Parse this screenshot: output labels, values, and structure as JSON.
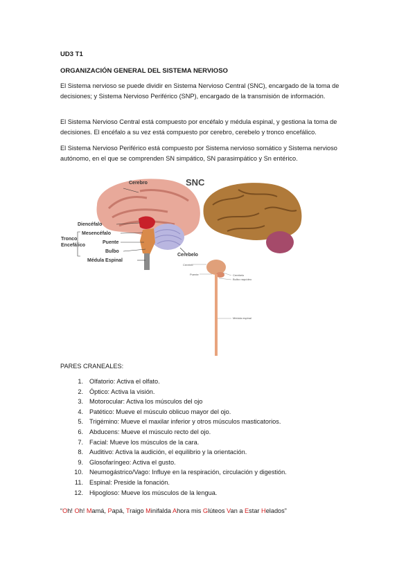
{
  "header": "UD3 T1",
  "title": "ORGANIZACIÓN GENERAL DEL SISTEMA NERVIOSO",
  "paragraphs": [
    "El Sistema nervioso se puede dividir en Sistema Nervioso Central (SNC), encargado de la toma de decisiones; y Sistema Nervioso Periférico (SNP), encargado de la transmisión de información.",
    "El Sistema Nervioso Central está compuesto por encéfalo y médula espinal, y gestiona la toma de decisiones. El encéfalo a su vez está compuesto por cerebro, cerebelo y tronco encefálico.",
    "El Sistema Nervioso Periférico está compuesto por Sistema nervioso somático y Sistema nervioso autónomo, en el que se comprenden SN simpático, SN parasimpático y Sn entérico."
  ],
  "figure": {
    "snc_label": "SNC",
    "labels": {
      "cerebro": "Cerebro",
      "diencefalo": "Diencéfalo",
      "mesencefalo": "Mesencéfalo",
      "puente": "Puente",
      "bulbo": "Bulbo",
      "medula": "Médula Espinal",
      "tronco1": "Tronco",
      "tronco2": "Encefálico",
      "cerebelo": "Cerebelo",
      "small_cerebro": "Cerebro",
      "small_puente": "Puente",
      "small_cerebelo": "Cerebelo",
      "small_bulbo": "Bulbo raquídeo",
      "small_medula": "Médula espinal"
    },
    "colors": {
      "cortex": "#e8a99a",
      "cerebellum": "#b9b6e0",
      "brainstem": "#d98a4a",
      "diencephalon": "#c8202a",
      "real_brain": "#b07a3a",
      "real_cerebellum": "#a54a6a"
    }
  },
  "cranial_heading": "PARES CRANEALES:",
  "cranial_nerves": [
    {
      "n": "1.",
      "text": "Olfatorio: Activa el olfato."
    },
    {
      "n": "2.",
      "text": "Óptico: Activa la visión."
    },
    {
      "n": "3.",
      "text": "Motorocular: Activa los músculos del ojo"
    },
    {
      "n": "4.",
      "text": "Patético: Mueve el músculo oblicuo mayor del ojo."
    },
    {
      "n": "5.",
      "text": "Trigémino: Mueve el maxilar inferior y otros músculos masticatorios."
    },
    {
      "n": "6.",
      "text": "Abducens: Mueve el músculo recto del ojo."
    },
    {
      "n": "7.",
      "text": "Facial: Mueve los músculos de la cara."
    },
    {
      "n": "8.",
      "text": "Auditivo: Activa la audición, el equilibrio y la orientación."
    },
    {
      "n": "9.",
      "text": "Glosofaríngeo: Activa el gusto."
    },
    {
      "n": "10.",
      "text": "Neumogástrico/Vago: Influye en la respiración, circulación y digestión."
    },
    {
      "n": "11.",
      "text": "Espinal: Preside la fonación."
    },
    {
      "n": "12.",
      "text": "Hipogloso: Mueve los músculos de la lengua."
    }
  ],
  "mnemonic": [
    {
      "t": "“",
      "red": false
    },
    {
      "t": "O",
      "red": true
    },
    {
      "t": "h! ",
      "red": false
    },
    {
      "t": "O",
      "red": true
    },
    {
      "t": "h! ",
      "red": false
    },
    {
      "t": "M",
      "red": true
    },
    {
      "t": "amá, ",
      "red": false
    },
    {
      "t": "P",
      "red": true
    },
    {
      "t": "apá, ",
      "red": false
    },
    {
      "t": "T",
      "red": true
    },
    {
      "t": "raigo ",
      "red": false
    },
    {
      "t": "M",
      "red": true
    },
    {
      "t": "inifalda ",
      "red": false
    },
    {
      "t": "A",
      "red": true
    },
    {
      "t": "hora mis ",
      "red": false
    },
    {
      "t": "G",
      "red": true
    },
    {
      "t": "lúteos ",
      "red": false
    },
    {
      "t": "V",
      "red": true
    },
    {
      "t": "an a ",
      "red": false
    },
    {
      "t": "E",
      "red": true
    },
    {
      "t": "star ",
      "red": false
    },
    {
      "t": "H",
      "red": true
    },
    {
      "t": "elados”",
      "red": false
    }
  ]
}
